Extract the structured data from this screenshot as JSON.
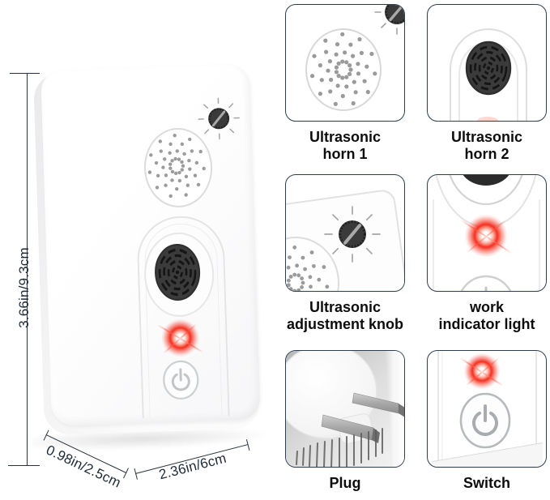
{
  "device": {
    "dimensions": {
      "height_label": "3.66in/9.3cm",
      "depth_label": "0.98in/2.5cm",
      "width_label": "2.36in/6cm"
    }
  },
  "features": [
    {
      "label": "Ultrasonic\nhorn 1"
    },
    {
      "label": "Ultrasonic\nhorn 2"
    },
    {
      "label": "Ultrasonic\nadjustment knob"
    },
    {
      "label": "work\nindicator light"
    },
    {
      "label": "Plug"
    },
    {
      "label": "Switch"
    }
  ],
  "colors": {
    "panel_border": "#2c3e50",
    "label_text": "#0d0d0d",
    "dimension_text": "#1e2a36",
    "led_red": "#f4301f",
    "knob_dark": "#3a3a3a",
    "grille_dark": "#3b3b3b"
  }
}
